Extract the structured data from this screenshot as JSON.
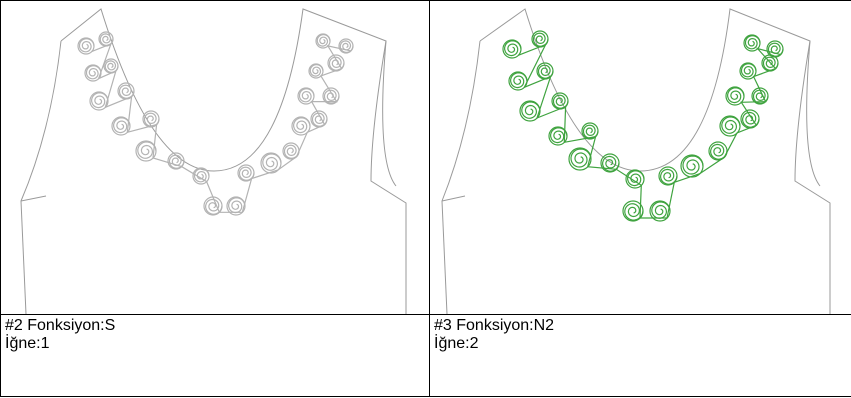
{
  "panels": [
    {
      "title": "#2 Fonksiyon:S",
      "needle": "İğne:1",
      "thread_color": "#b3b3b3",
      "outline_color": "#9a9a9a"
    },
    {
      "title": "#3 Fonksiyon:N2",
      "needle": "İğne:2",
      "thread_color": "#3fa33f",
      "outline_color": "#9a9a9a"
    }
  ]
}
